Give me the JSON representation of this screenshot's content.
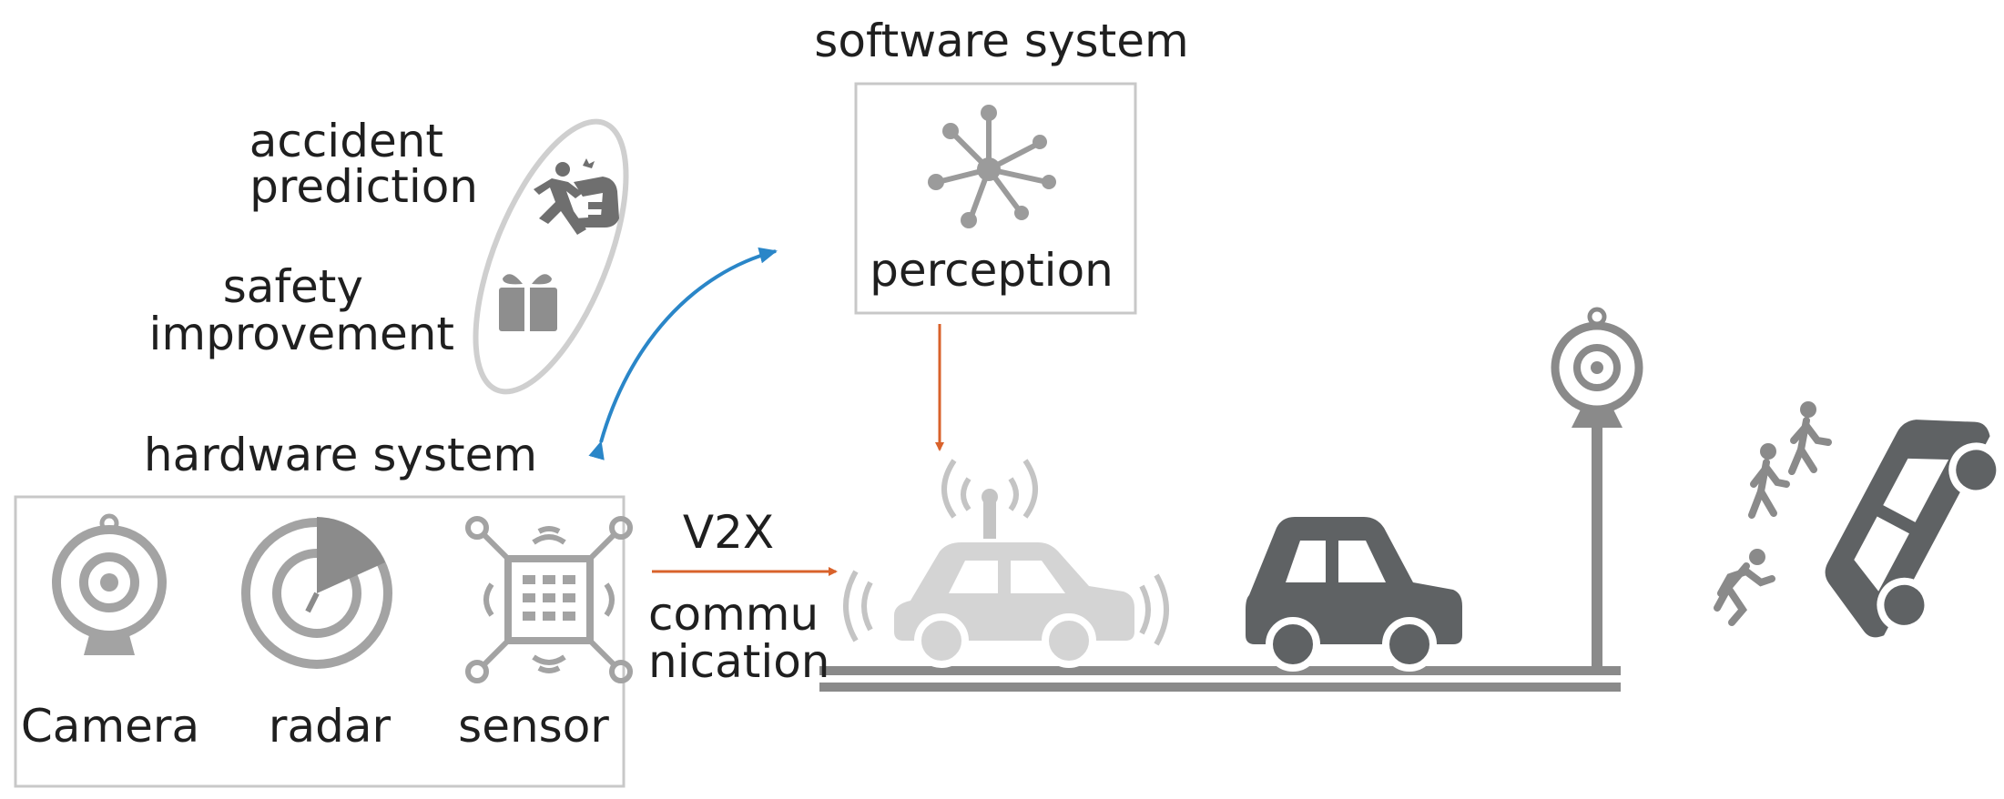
{
  "software_system": {
    "title": "software system",
    "module_label": "perception",
    "module_icon": "network-hub-icon"
  },
  "hardware_system": {
    "title": "hardware system",
    "devices": [
      {
        "label": "Camera",
        "icon": "webcam-icon"
      },
      {
        "label": "radar",
        "icon": "radar-icon"
      },
      {
        "label": "sensor",
        "icon": "sensor-chip-icon"
      }
    ]
  },
  "goals": {
    "accident_line1": "accident",
    "accident_line2": "prediction",
    "accident_icon": "car-pedestrian-collision-icon",
    "safety_line1": "safety",
    "safety_line2": "improvement",
    "safety_icon": "gift-box-icon"
  },
  "communication": {
    "v2x": "V2X",
    "line1": "commu",
    "line2": "nication"
  },
  "scene_icons": [
    "connected-car-icon",
    "car-icon",
    "roadside-camera-icon",
    "pedestrians-icon",
    "tilted-car-icon",
    "road-icon"
  ],
  "colors": {
    "orange_arrow": "#d9622b",
    "blue_arrow": "#2a86c8",
    "light_gray": "#a9a9a9",
    "dark_gray": "#5d6062",
    "box_border": "#c8c8c8"
  }
}
